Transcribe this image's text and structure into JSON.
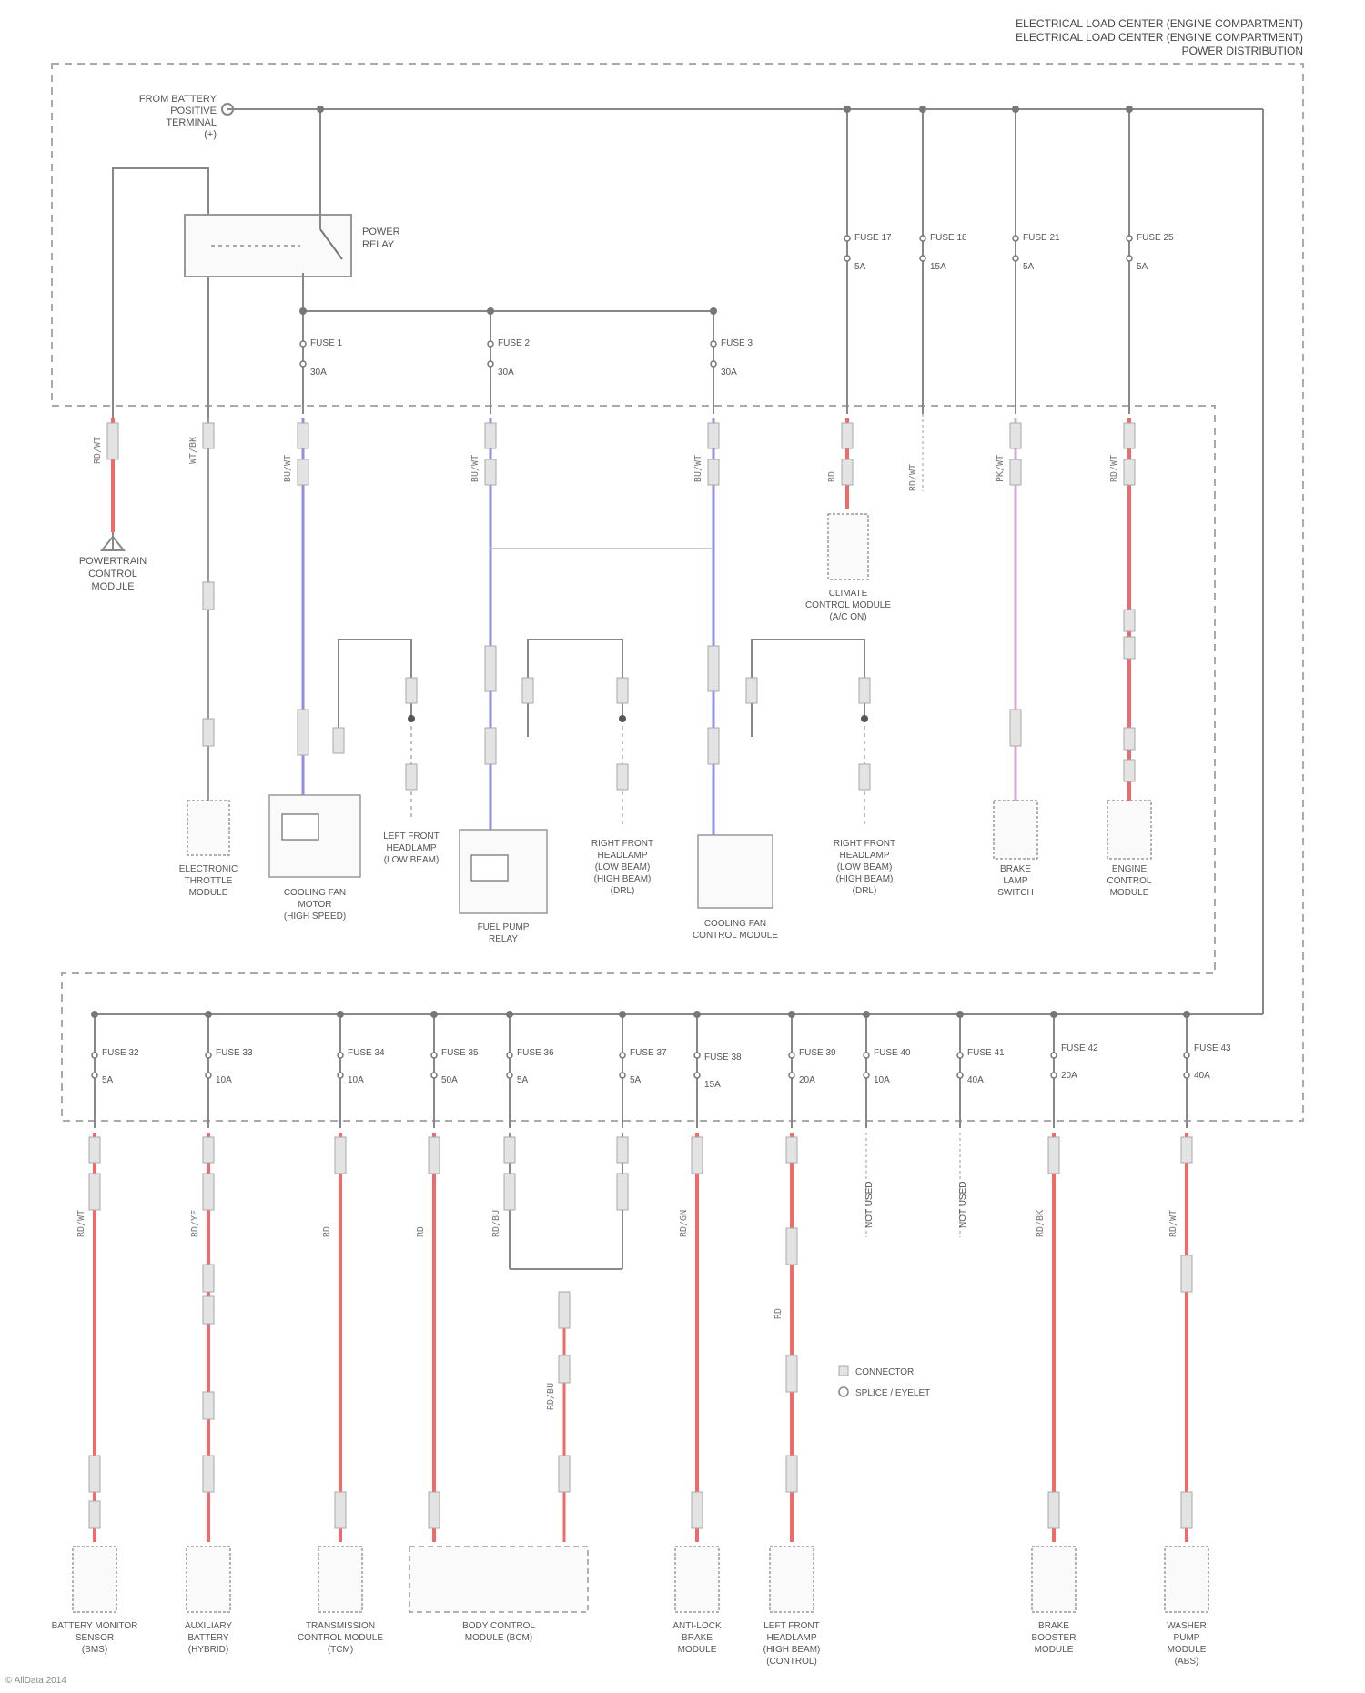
{
  "header": {
    "lines": [
      "ELECTRICAL LOAD CENTER (ENGINE COMPARTMENT)",
      "ELECTRICAL LOAD CENTER (ENGINE COMPARTMENT)",
      "POWER DISTRIBUTION"
    ]
  },
  "colors": {
    "frame": "#999999",
    "wire": "#888888",
    "red_wire": "#f06a6a",
    "blue_wire": "#8f8fe6",
    "pink_wire": "#d6a9d6",
    "connector": "#c9c9c9"
  },
  "top_section": {
    "supply_label": [
      "FROM BATTERY",
      "POSITIVE",
      "TERMINAL",
      "(+)"
    ],
    "relay_label": [
      "POWER",
      "RELAY"
    ],
    "fuses": [
      {
        "label": "FUSE 1",
        "rating": "30A"
      },
      {
        "label": "FUSE 2",
        "rating": "30A"
      },
      {
        "label": "FUSE 3",
        "rating": "30A"
      },
      {
        "label": "FUSE 17",
        "rating": "5A"
      },
      {
        "label": "FUSE 18",
        "rating": "15A"
      },
      {
        "label": "FUSE 21",
        "rating": "5A"
      },
      {
        "label": "FUSE 25",
        "rating": "5A"
      }
    ],
    "ground_label": [
      "POWERTRAIN",
      "CONTROL",
      "MODULE"
    ],
    "wire_labels": [
      "RD/WT",
      "WT/BK",
      "BU/WT",
      "BU/WT",
      "BU/WT",
      "RD",
      "RD/WT",
      "PK/WT",
      "RD/WT"
    ],
    "loads": [
      {
        "lines": [
          "ELECTRONIC",
          "THROTTLE",
          "MODULE"
        ]
      },
      {
        "lines": [
          "COOLING FAN",
          "MOTOR",
          "(HIGH SPEED)"
        ]
      },
      {
        "lines": [
          "LEFT FRONT",
          "HEADLAMP",
          "(LOW BEAM)"
        ]
      },
      {
        "lines": [
          "FUEL PUMP",
          "RELAY"
        ]
      },
      {
        "lines": [
          "RIGHT FRONT",
          "HEADLAMP",
          "(LOW BEAM)",
          "(HIGH BEAM)",
          "(DRL)"
        ]
      },
      {
        "lines": [
          "COOLING FAN",
          "CONTROL MODULE"
        ]
      },
      {
        "lines": [
          "RIGHT FRONT",
          "HEADLAMP",
          "(LOW BEAM)",
          "(HIGH BEAM)",
          "(DRL)"
        ]
      },
      {
        "lines": [
          "BRAKE",
          "LAMP",
          "SWITCH"
        ]
      },
      {
        "lines": [
          "ENGINE",
          "CONTROL",
          "MODULE"
        ]
      }
    ],
    "mid_loads": [
      {
        "lines": [
          "CLIMATE",
          "CONTROL MODULE",
          "(A/C ON)"
        ]
      }
    ]
  },
  "bottom_section": {
    "fuses": [
      {
        "label": "FUSE 32",
        "rating": "5A"
      },
      {
        "label": "FUSE 33",
        "rating": "10A"
      },
      {
        "label": "FUSE 34",
        "rating": "10A"
      },
      {
        "label": "FUSE 35",
        "rating": "50A"
      },
      {
        "label": "FUSE 36",
        "rating": "5A"
      },
      {
        "label": "FUSE 37",
        "rating": "5A"
      },
      {
        "label": "FUSE 38",
        "rating": "15A"
      },
      {
        "label": "FUSE 39",
        "rating": "20A"
      },
      {
        "label": "FUSE 40",
        "rating": "10A"
      },
      {
        "label": "FUSE 41",
        "rating": "40A"
      },
      {
        "label": "FUSE 42",
        "rating": "20A"
      },
      {
        "label": "FUSE 43",
        "rating": "40A"
      }
    ],
    "unused": [
      "NOT USED",
      "NOT USED"
    ],
    "wire_labels": [
      "RD/WT",
      "RD/YE",
      "RD",
      "RD",
      "RD/BU",
      "RD/BU",
      "RD/GN",
      "RD",
      "RD/BK",
      "RD/WT"
    ],
    "loads": [
      {
        "lines": [
          "BATTERY MONITOR",
          "SENSOR",
          "(BMS)"
        ]
      },
      {
        "lines": [
          "AUXILIARY",
          "BATTERY",
          "(HYBRID)"
        ]
      },
      {
        "lines": [
          "TRANSMISSION",
          "CONTROL MODULE",
          "(TCM)"
        ]
      },
      {
        "lines": [
          "BODY CONTROL",
          "MODULE (BCM)"
        ]
      },
      {
        "lines": [
          "ANTI-LOCK",
          "BRAKE",
          "MODULE"
        ]
      },
      {
        "lines": [
          "LEFT FRONT",
          "HEADLAMP",
          "(HIGH BEAM)",
          "(CONTROL)"
        ]
      },
      {
        "lines": [
          "BRAKE",
          "BOOSTER",
          "MODULE"
        ]
      },
      {
        "lines": [
          "WASHER",
          "PUMP",
          "MODULE",
          "(ABS)"
        ]
      }
    ],
    "legend": [
      "CONNECTOR",
      "SPLICE / EYELET"
    ]
  },
  "credit": "© AllData 2014"
}
